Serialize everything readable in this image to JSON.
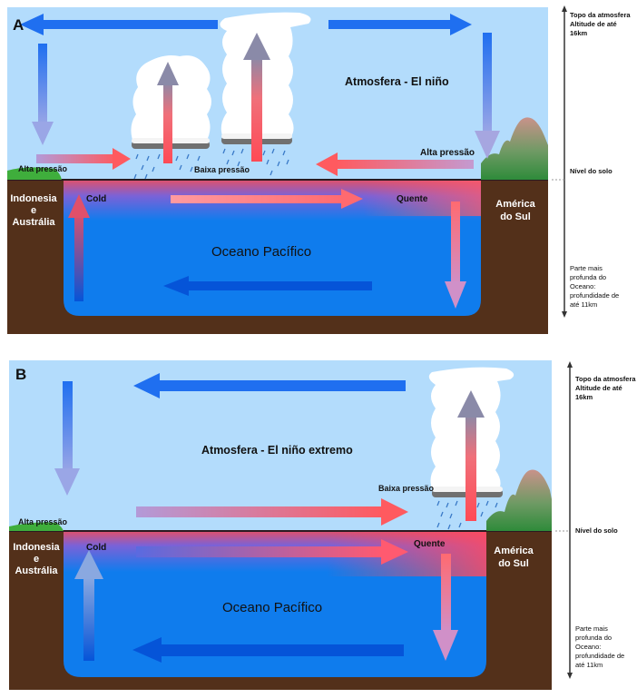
{
  "colors": {
    "sky": "#b3dcfc",
    "ocean": "#0f7ced",
    "ocean_dark_arrow": "#0554d8",
    "earth": "#53301a",
    "land_green": "#2e8b3a",
    "warm": "#ff5a5f",
    "cold_arrow": "#1f6ff0",
    "cloud": "#ffffff",
    "text_dark": "#111111",
    "text_light": "#ffffff"
  },
  "panels": [
    {
      "id": "A",
      "letter": "A",
      "atmosphere_label": "Atmosfera - El niño",
      "ocean_label": "Oceano Pacífico",
      "west_land": "Indonesia\ne\nAustrália",
      "west_land_lines": [
        "Indonesia",
        "e",
        "Austrália"
      ],
      "east_land_lines": [
        "América",
        "do Sul"
      ],
      "high_pressure_west": "Alta pressão",
      "high_pressure_east": "Alta pressão",
      "low_pressure": "Baixa pressão",
      "cold_label": "Cold",
      "warm_label": "Quente"
    },
    {
      "id": "B",
      "letter": "B",
      "atmosphere_label": "Atmosfera - El niño extremo",
      "ocean_label": "Oceano Pacífico",
      "west_land_lines": [
        "Indonesia",
        "e",
        "Austrália"
      ],
      "east_land_lines": [
        "América",
        "do Sul"
      ],
      "high_pressure_west": "Alta pressão",
      "low_pressure": "Baixa pressão",
      "cold_label": "Cold",
      "warm_label": "Quente"
    }
  ],
  "scale": {
    "top_lines": [
      "Topo da atmosfera",
      "Altitude de até",
      "16km"
    ],
    "ground": "Nível do solo",
    "bottom_lines": [
      "Parte mais",
      "profunda do",
      "Oceano:",
      "profundidade de",
      "até 11km"
    ]
  }
}
